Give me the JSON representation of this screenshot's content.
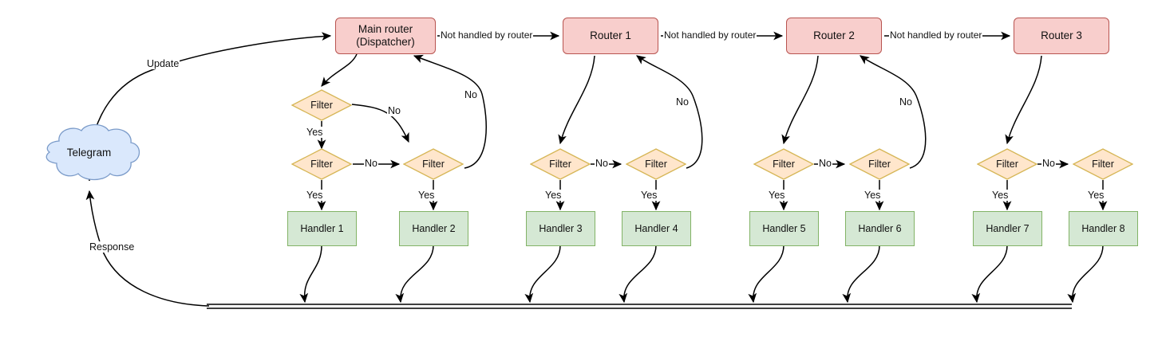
{
  "diagram": {
    "title": "Telegram bot update routing flow",
    "colors": {
      "router_fill": "#f8cecc",
      "router_stroke": "#b85450",
      "filter_fill": "#ffe6cc",
      "filter_stroke": "#d6b656",
      "handler_fill": "#d5e8d4",
      "handler_stroke": "#82b366",
      "cloud_fill": "#dae8fc",
      "cloud_stroke": "#7b9bc9",
      "edge_stroke": "#000000",
      "text": "#111111"
    },
    "source": {
      "label": "Telegram",
      "shape": "cloud"
    },
    "routers": [
      {
        "id": "main",
        "label": "Main router\n(Dispatcher)"
      },
      {
        "id": "r1",
        "label": "Router 1"
      },
      {
        "id": "r2",
        "label": "Router 2"
      },
      {
        "id": "r3",
        "label": "Router 3"
      }
    ],
    "filters": [
      {
        "id": "f-top",
        "label": "Filter"
      },
      {
        "id": "f1",
        "label": "Filter"
      },
      {
        "id": "f2",
        "label": "Filter"
      },
      {
        "id": "f3",
        "label": "Filter"
      },
      {
        "id": "f4",
        "label": "Filter"
      },
      {
        "id": "f5",
        "label": "Filter"
      },
      {
        "id": "f6",
        "label": "Filter"
      },
      {
        "id": "f7",
        "label": "Filter"
      },
      {
        "id": "f8",
        "label": "Filter"
      }
    ],
    "handlers": [
      {
        "id": "h1",
        "label": "Handler 1"
      },
      {
        "id": "h2",
        "label": "Handler 2"
      },
      {
        "id": "h3",
        "label": "Handler 3"
      },
      {
        "id": "h4",
        "label": "Handler 4"
      },
      {
        "id": "h5",
        "label": "Handler 5"
      },
      {
        "id": "h6",
        "label": "Handler 6"
      },
      {
        "id": "h7",
        "label": "Handler 7"
      },
      {
        "id": "h8",
        "label": "Handler 8"
      }
    ],
    "edge_labels": {
      "update": "Update",
      "response": "Response",
      "not_handled_1": "Not handled by router",
      "not_handled_2": "Not handled by router",
      "not_handled_3": "Not handled by router",
      "yes": "Yes",
      "no": "No"
    }
  }
}
